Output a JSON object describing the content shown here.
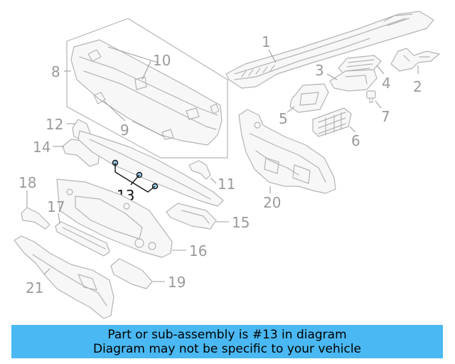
{
  "colors": {
    "banner": "#4ab8f2",
    "highlight_part": "#9fd8f5",
    "callout_text": "#9a9a9a"
  },
  "callouts": {
    "c1": "1",
    "c2": "2",
    "c3": "3",
    "c4": "4",
    "c5": "5",
    "c6": "6",
    "c7": "7",
    "c8": "8",
    "c9": "9",
    "c10": "10",
    "c11": "11",
    "c12": "12",
    "c13": "13",
    "c14": "14",
    "c15": "15",
    "c16": "16",
    "c17": "17",
    "c18": "18",
    "c19": "19",
    "c20": "20",
    "c21": "21"
  },
  "highlighted_part": "13",
  "banner": {
    "line1": "Part or sub-assembly is #13 in diagram",
    "line2": "Diagram may not be specific to your vehicle"
  }
}
